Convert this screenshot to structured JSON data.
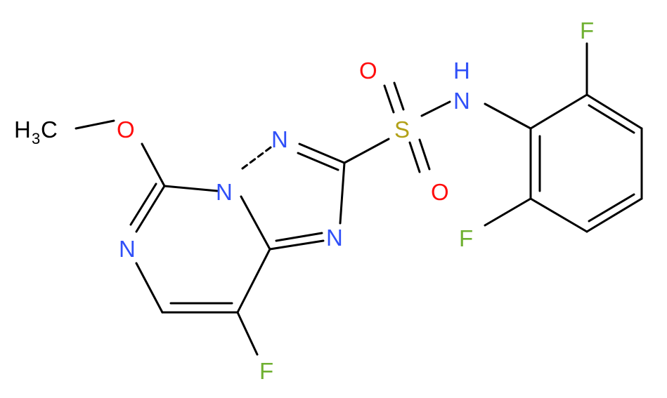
{
  "colors": {
    "bond": "#000000",
    "nitrogen": "#3050F8",
    "oxygen": "#FF0D0D",
    "fluorine": "#6FB031",
    "sulfur": "#B2A118",
    "carbon": "#000000"
  },
  "atoms": {
    "methyl": {
      "main": "H",
      "subscript": "3",
      "suffix": "C"
    },
    "methoxy_O": "O",
    "N_bridge": "N",
    "N_triazole_top": "N",
    "N_triazole_right": "N",
    "N_pyrimidine": "N",
    "F_bottom": "F",
    "S": "S",
    "O_top": "O",
    "O_bottom": "O",
    "NH": {
      "N": "N",
      "H": "H"
    },
    "F_top_right": "F",
    "F_bottom_right": "F"
  }
}
